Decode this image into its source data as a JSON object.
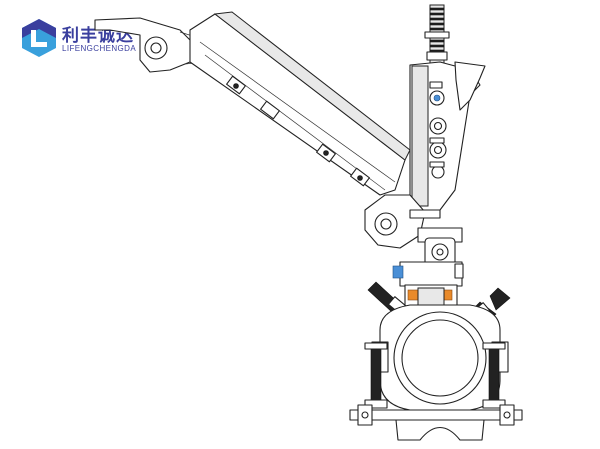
{
  "brand": {
    "name_cn": "利丰诚达",
    "name_en": "LIFENGCHENGDA",
    "colors": {
      "primary": "#3a3f9e",
      "accent": "#39a0dc"
    }
  },
  "diagram": {
    "components": [
      {
        "name": "threaded-rod-top"
      },
      {
        "name": "hinge-eye-top-left"
      },
      {
        "name": "inclined-support-arm"
      },
      {
        "name": "vertical-bracket-plate"
      },
      {
        "name": "hinge-eye-lower-left"
      },
      {
        "name": "swivel-joint"
      },
      {
        "name": "pipe-clamp-ring"
      },
      {
        "name": "clamp-bolt-left"
      },
      {
        "name": "clamp-bolt-right"
      },
      {
        "name": "threaded-stud-lower-left"
      },
      {
        "name": "threaded-stud-lower-right"
      },
      {
        "name": "base-bolt"
      }
    ]
  }
}
